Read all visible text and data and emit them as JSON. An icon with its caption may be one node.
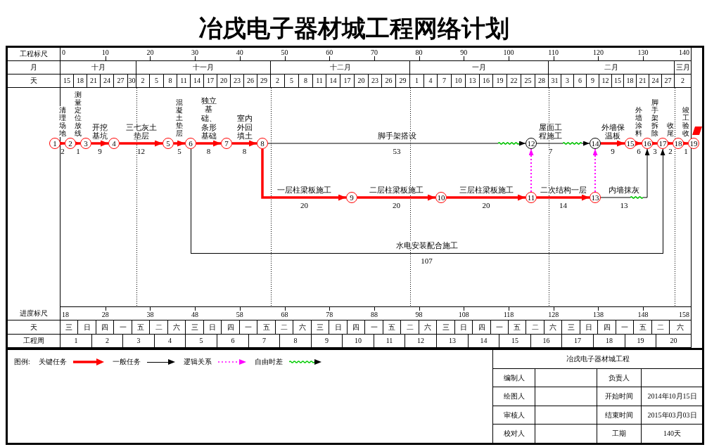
{
  "diagram": {
    "title": "冶戌电子器材城工程网络计划",
    "nodes": [
      {
        "text": [
          "1"
        ]
      },
      {
        "text": [
          "2"
        ]
      },
      {
        "text": [
          "3"
        ]
      },
      {
        "text": [
          "4"
        ]
      },
      {
        "text": [
          "5"
        ]
      },
      {
        "text": [
          "6"
        ]
      },
      {
        "text": [
          "7"
        ]
      },
      {
        "text": [
          "8"
        ]
      },
      {
        "text": [
          "9"
        ]
      },
      {
        "text": [
          "10"
        ]
      },
      {
        "text": [
          "11"
        ]
      },
      {
        "text": [
          "12"
        ]
      },
      {
        "text": [
          "13"
        ]
      },
      {
        "text": [
          "14"
        ]
      },
      {
        "text": [
          "15"
        ]
      },
      {
        "text": [
          "16"
        ]
      },
      {
        "text": [
          "17"
        ]
      },
      {
        "text": [
          "18"
        ]
      },
      {
        "text": [
          "19"
        ]
      }
    ],
    "edges": [
      {
        "from": 0,
        "to": 1,
        "arrow": "to",
        "label": "清理场地"
      },
      {
        "from": 1,
        "to": 2,
        "arrow": "to",
        "label": "测量定位放线"
      },
      {
        "from": 2,
        "to": 3,
        "arrow": "to",
        "label": "开挖基坑"
      },
      {
        "from": 3,
        "to": 4,
        "arrow": "to",
        "label": "三七灰土垫层"
      },
      {
        "from": 4,
        "to": 5,
        "arrow": "to",
        "label": "混凝土垫层"
      },
      {
        "from": 5,
        "to": 6,
        "arrow": "to",
        "label": "独立基础、条形基础"
      },
      {
        "from": 6,
        "to": 7,
        "arrow": "to",
        "label": "室内外回填土"
      },
      {
        "from": 7,
        "to": 11,
        "arrow": "to",
        "label": "脚手架搭设",
        "color": "#000000"
      },
      {
        "from": 7,
        "to": 8,
        "arrow": "to",
        "label": "一层柱梁板施工"
      },
      {
        "from": 8,
        "to": 9,
        "arrow": "to",
        "label": "二层柱梁板施工"
      },
      {
        "from": 9,
        "to": 10,
        "arrow": "to",
        "label": "三层柱梁板施工"
      },
      {
        "from": 10,
        "to": 11,
        "arrow": "to",
        "style": "dashed",
        "color": "#ff00ff"
      },
      {
        "from": 10,
        "to": 12,
        "arrow": "to",
        "label": "二次结构一层"
      },
      {
        "from": 11,
        "to": 13,
        "arrow": "to",
        "label": "屋面工程施工",
        "color": "#000000"
      },
      {
        "from": 12,
        "to": 13,
        "arrow": "to",
        "style": "dashed",
        "color": "#ff00ff"
      },
      {
        "from": 13,
        "to": 14,
        "arrow": "to",
        "label": "外墙保温板"
      },
      {
        "from": 14,
        "to": 15,
        "arrow": "to",
        "label": "外墙涂料"
      },
      {
        "from": 12,
        "to": 15,
        "arrow": "to",
        "label": "内墙抹灰",
        "color": "#000000"
      },
      {
        "from": 15,
        "to": 16,
        "arrow": "to",
        "label": "脚手架拆除"
      },
      {
        "from": 5,
        "to": 16,
        "arrow": "to",
        "label": "水电安装配合施工",
        "color": "#000000"
      },
      {
        "from": 16,
        "to": 17,
        "arrow": "to",
        "label": "收尾"
      },
      {
        "from": 17,
        "to": 18,
        "arrow": "to",
        "label": "竣工验收"
      }
    ],
    "labels": [
      "工程标尺",
      "0",
      "10",
      "20",
      "30",
      "40",
      "50",
      "60",
      "70",
      "80",
      "90",
      "100",
      "110",
      "120",
      "130",
      "140",
      "月",
      "十月",
      "十一月",
      "十二月",
      "一月",
      "二月",
      "三月",
      "天",
      "15",
      "18",
      "21",
      "24",
      "27",
      "30",
      "2",
      "5",
      "8",
      "11",
      "14",
      "17",
      "20",
      "23",
      "26",
      "29",
      "2",
      "5",
      "8",
      "11",
      "14",
      "17",
      "20",
      "23",
      "26",
      "29",
      "1",
      "4",
      "7",
      "10",
      "13",
      "16",
      "19",
      "22",
      "25",
      "28",
      "31",
      "3",
      "6",
      "9",
      "12",
      "15",
      "18",
      "21",
      "24",
      "27",
      "2",
      "2",
      "1",
      "9",
      "12",
      "5",
      "8",
      "8",
      "53",
      "20",
      "20",
      "20",
      "14",
      "7",
      "9",
      "6",
      "13",
      "3",
      "107",
      "2",
      "1",
      "进度标尺",
      "18",
      "28",
      "38",
      "48",
      "58",
      "68",
      "78",
      "88",
      "98",
      "108",
      "118",
      "128",
      "138",
      "148",
      "158",
      "天",
      "三",
      "日",
      "四",
      "一",
      "五",
      "二",
      "六",
      "三",
      "日",
      "四",
      "一",
      "五",
      "二",
      "六",
      "三",
      "日",
      "四",
      "一",
      "五",
      "二",
      "六",
      "三",
      "日",
      "四",
      "一",
      "五",
      "二",
      "六",
      "三",
      "日",
      "四",
      "一",
      "五",
      "二",
      "六",
      "工程周",
      "1",
      "2",
      "3",
      "4",
      "5",
      "6",
      "7",
      "8",
      "9",
      "10",
      "11",
      "12",
      "13",
      "14",
      "15",
      "16",
      "17",
      "18",
      "19",
      "20",
      "图例:",
      "冶戌电子器材城工程",
      "编制人",
      "负责人",
      "绘图人",
      "开始时间",
      "2014年10月15日",
      "审核人",
      "结束时间",
      "2015年03月03日",
      "校对人",
      "工期",
      "140天"
    ],
    "legend": [
      {
        "text": "关键任务"
      },
      {
        "text": "一般任务"
      },
      {
        "text": "逻辑关系"
      },
      {
        "text": "自由时差"
      }
    ]
  }
}
